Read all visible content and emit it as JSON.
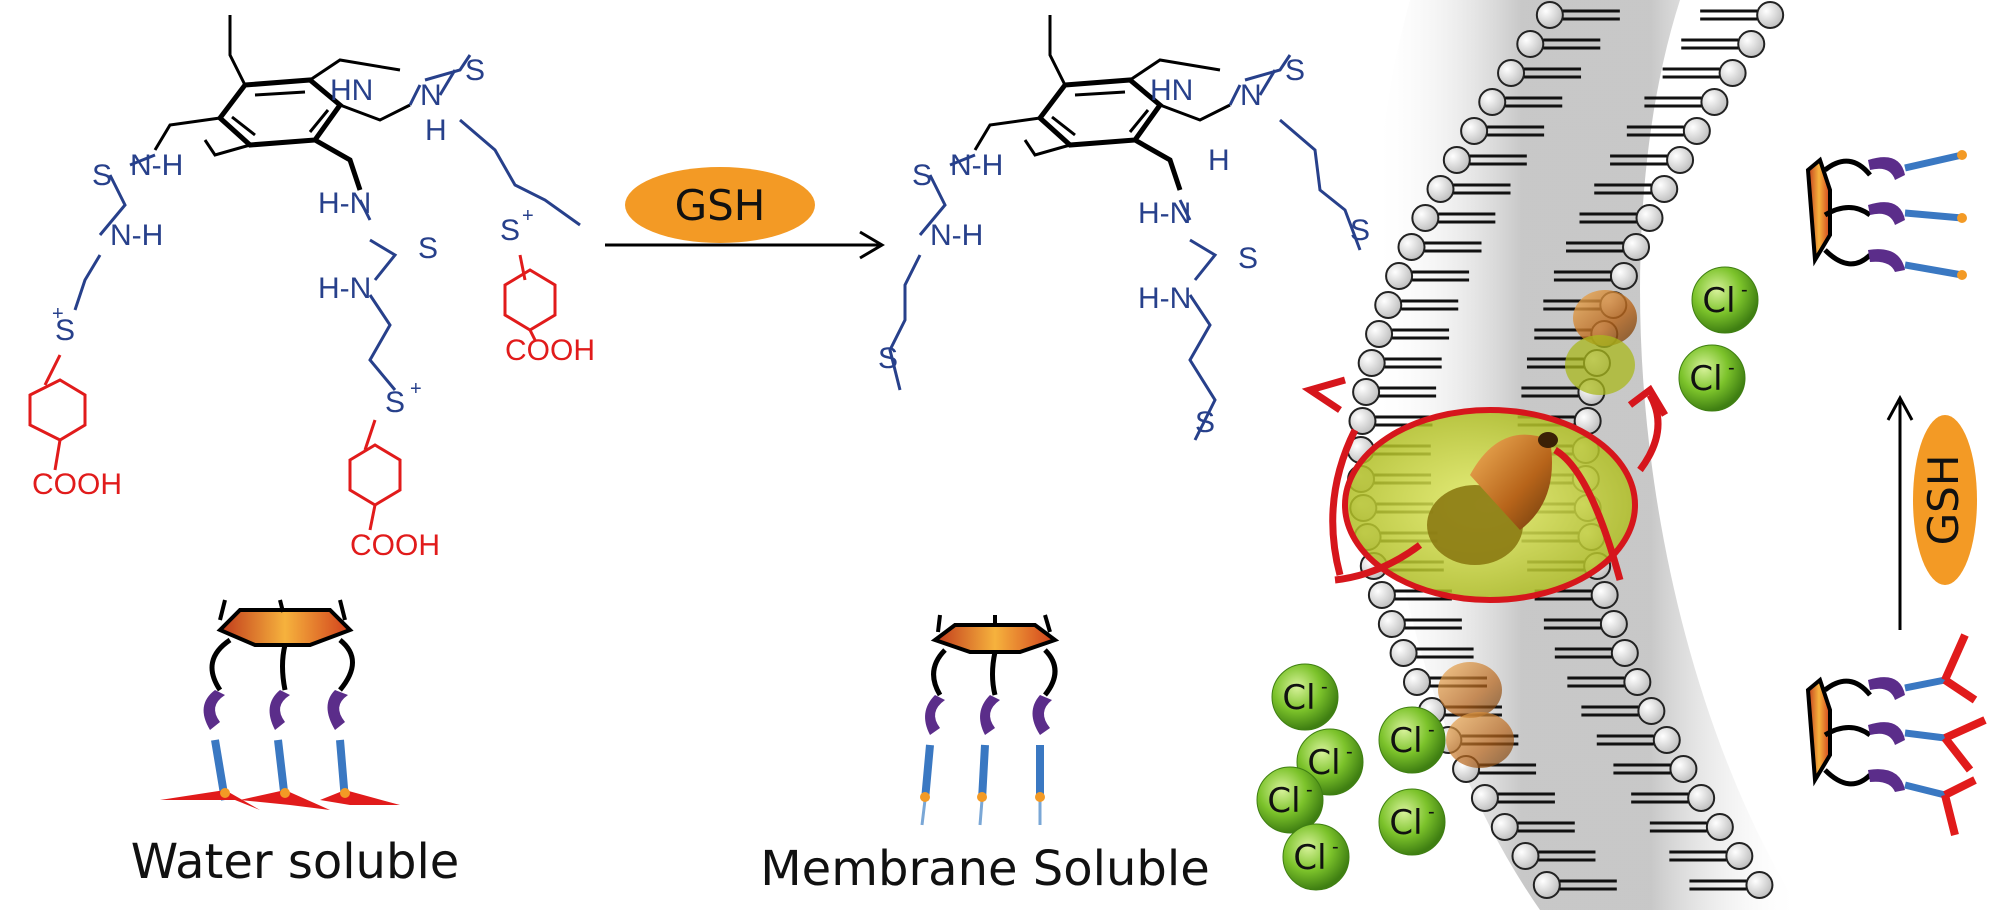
{
  "reagent": {
    "label": "GSH"
  },
  "reagent_right": {
    "label": "GSH"
  },
  "captions": {
    "left": "Water soluble",
    "middle": "Membrane Soluble"
  },
  "atoms": {
    "nh": "N-H",
    "hn": "HN",
    "n": "N",
    "h": "H",
    "hdashn": "H-N",
    "s": "S",
    "splus": "S",
    "plus": "+",
    "cooh": "COOH"
  },
  "ion": {
    "label": "Cl",
    "charge": "-"
  },
  "colors": {
    "left_chain": "#27408b",
    "carboxyl": "#e11b1b",
    "reagent_fill": "#f39a25",
    "ion_fill": "#7cc32b",
    "core": "#f08a1e",
    "arm_purple": "#5b2d8a",
    "arm_blue": "#3a78c2"
  }
}
